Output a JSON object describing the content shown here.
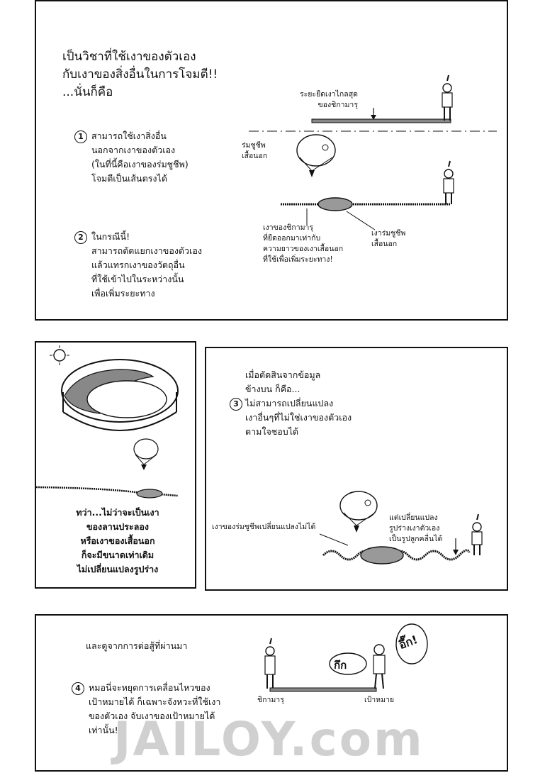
{
  "panel1": {
    "title": "เป็นวิชาที่ใช้เงาของตัวเอง\nกับเงาของสิ่งอื่นในการโจมตี!!\n...นั่นก็คือ",
    "point1_num": "1",
    "point1": "สามารถใช้เงาสิ่งอื่น\nนอกจากเงาของตัวเอง\n(ในที่นี้คือเงาของร่มชูชีพ)\nโจมตีเป็นเส้นตรงได้",
    "point2_num": "2",
    "point2": "ในกรณีนี้!\nสามารถตัดแยกเงาของตัวเอง\nแล้วแทรกเงาของวัตถุอื่น\nที่ใช้เข้าไปในระหว่างนั้น\nเพื่อเพิ่มระยะทาง",
    "label_max_range": "ระยะยืดเงาไกลสุด\nของชิกามารุ",
    "label_parachute": "ร่มชูชีพ\nเสื้อนอก",
    "label_shika_shadow": "เงาของชิกามารุ\nที่ยืดออกมาเท่ากับ\nความยาวของเงาเสื้อนอก\nที่ใช้เพื่อเพิ่มระยะทาง!",
    "label_parachute_shadow": "เงาร่มชูชีพ\nเสื้อนอก"
  },
  "panel2": {
    "caption": "ทว่า...ไม่ว่าจะเป็นเงา\nของลานประลอง\nหรือเงาของเสื้อนอก\nก็จะมีขนาดเท่าเดิม\nไม่เปลี่ยนแปลงรูปร่าง"
  },
  "panel3": {
    "intro": "เมื่อตัดสินจากข้อมูล\nข้างบน ก็คือ...",
    "point3_num": "3",
    "point3": "ไม่สามารถเปลี่ยนแปลง\nเงาอื่นๆที่ไม่ใช่เงาของตัวเอง\nตามใจชอบได้",
    "label_cannot_change": "เงาของร่มชูชีพเปลี่ยนแปลงไม่ได้",
    "label_can_change": "แต่เปลี่ยนแปลง\nรูปร่างเงาตัวเอง\nเป็นรูปลูกคลื่นได้"
  },
  "panel4": {
    "intro": "และดูจากการต่อสู้ที่ผ่านมา",
    "point4_num": "4",
    "point4": "หมอนี่จะหยุดการเคลื่อนไหวของ\nเป้าหมายได้ ก็เฉพาะจังหวะที่ใช้เงา\nของตัวเอง จับเงาของเป้าหมายได้\nเท่านั้น!",
    "label_shikamaru": "ชิกามารุ",
    "label_target": "เป้าหมาย",
    "sfx1": "กึก",
    "sfx2": "อึ๊ก!"
  },
  "watermark": "JAILOY.com"
}
